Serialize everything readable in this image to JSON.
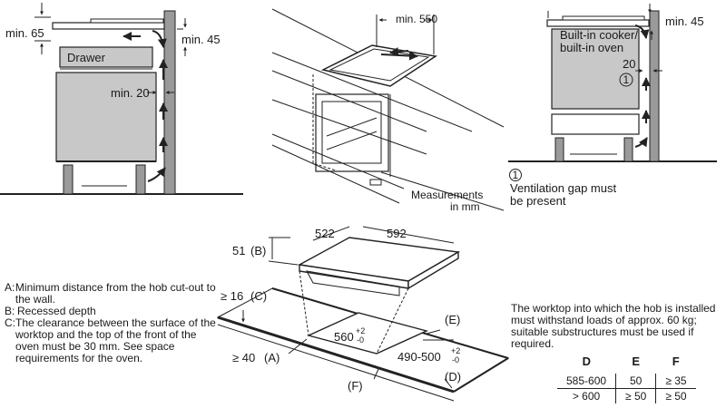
{
  "left_diagram": {
    "min65": "min. 65",
    "min45": "min. 45",
    "min20": "min. 20",
    "drawer": "Drawer"
  },
  "center_diagram": {
    "min550": "min. 550",
    "measurements": "Measurements",
    "in_mm": "in mm"
  },
  "right_diagram": {
    "builtin_line1": "Built-in cooker/",
    "builtin_line2": "built-in oven",
    "min45": "min. 45",
    "value20": "20",
    "note_symbol": "1",
    "note_line1": "Ventilation gap must",
    "note_line2": "be present"
  },
  "hob_diagram": {
    "dim522": "522",
    "dim592": "592",
    "b51": "51",
    "b_label": "(B)",
    "c_value": "≥ 16",
    "c_label": "(C)",
    "a_value": "≥ 40",
    "a_label": "(A)",
    "cut_width": "560",
    "cut_width_tol_top": "+2",
    "cut_width_tol_bot": "-0",
    "cut_depth": "490-500",
    "cut_depth_tol_top": "+2",
    "cut_depth_tol_bot": "-0",
    "e_label": "(E)",
    "d_label": "(D)",
    "f_label": "(F)"
  },
  "legend": [
    {
      "key": "A",
      "text": "Minimum distance from the hob cut-out to the wall."
    },
    {
      "key": "B",
      "text": "Recessed depth"
    },
    {
      "key": "C",
      "text": "The clearance between the surface of the worktop and the top of the front of the oven must be 30 mm. See space requirements for the oven."
    }
  ],
  "worktop_note": "The worktop into which the hob is installed must withstand loads of approx. 60 kg; suitable substructures must be used if required.",
  "table": {
    "headers": [
      "D",
      "E",
      "F"
    ],
    "rows": [
      [
        "585-600",
        "50",
        "≥ 35"
      ],
      [
        "> 600",
        "≥ 50",
        "≥ 50"
      ]
    ]
  }
}
